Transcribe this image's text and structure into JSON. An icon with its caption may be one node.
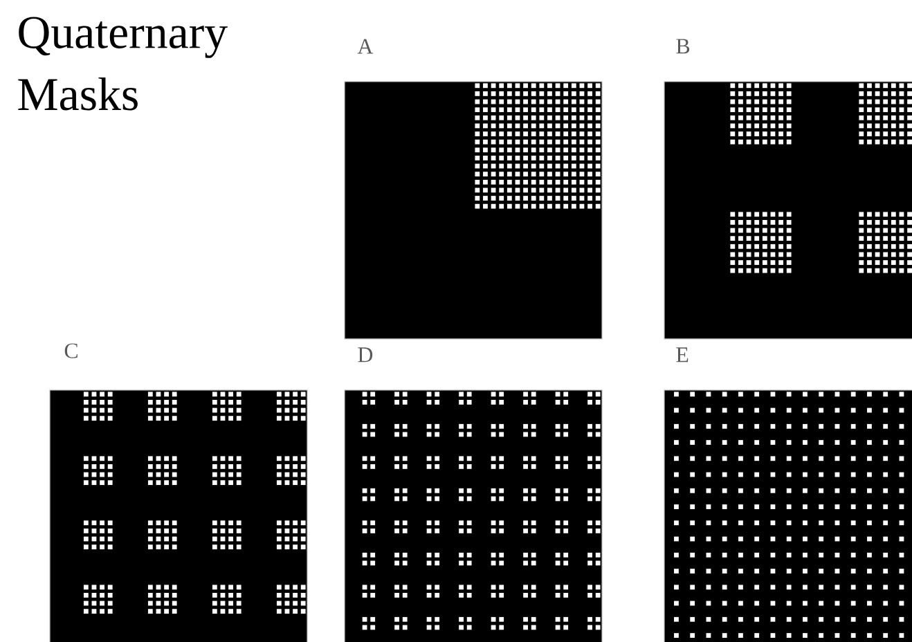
{
  "diagram": {
    "title": "Quaternary Masks",
    "labels": [
      "A",
      "B",
      "C",
      "D",
      "E"
    ]
  }
}
